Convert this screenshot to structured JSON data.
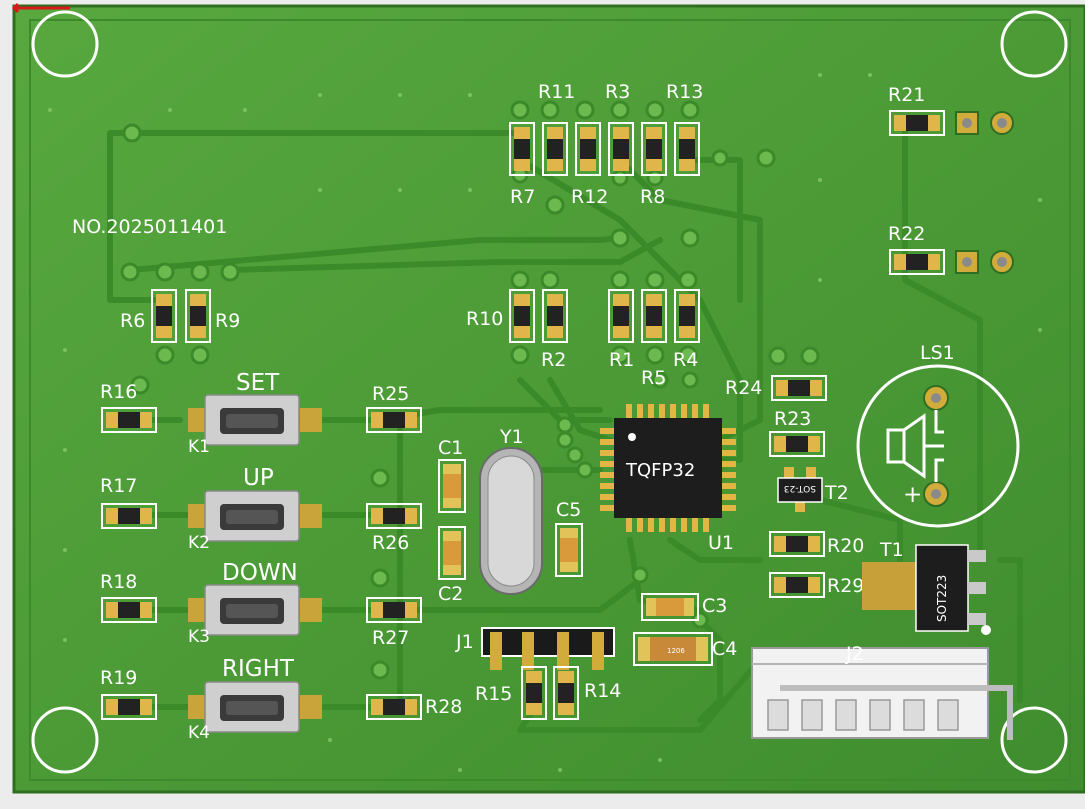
{
  "board": {
    "serial": "NO.2025011401",
    "mcu_label": "TQFP32",
    "mcu_ref": "U1",
    "crystal_ref": "Y1",
    "buzzer_ref": "LS1",
    "buzzer_polarity": "+",
    "regulator_ref": "T1",
    "regulator_pkg": "SOT223",
    "transistor_ref": "T2",
    "transistor_pkg": "SOT-23",
    "cap_pkg": "1206",
    "header_j1": "J1",
    "header_j2": "J2",
    "colors": {
      "pcb": "#4c9a38",
      "silkscreen": "#ffffff",
      "pad": "#c9a43a",
      "smd_body": "#d4a23c"
    }
  },
  "buttons": [
    {
      "label": "SET",
      "ref": "K1"
    },
    {
      "label": "UP",
      "ref": "K2"
    },
    {
      "label": "DOWN",
      "ref": "K3"
    },
    {
      "label": "RIGHT",
      "ref": "K4"
    }
  ],
  "resistors": {
    "r1": "R1",
    "r2": "R2",
    "r3": "R3",
    "r4": "R4",
    "r5": "R5",
    "r6": "R6",
    "r7": "R7",
    "r8": "R8",
    "r9": "R9",
    "r10": "R10",
    "r11": "R11",
    "r12": "R12",
    "r13": "R13",
    "r14": "R14",
    "r15": "R15",
    "r16": "R16",
    "r17": "R17",
    "r18": "R18",
    "r19": "R19",
    "r20": "R20",
    "r21": "R21",
    "r22": "R22",
    "r23": "R23",
    "r24": "R24",
    "r25": "R25",
    "r26": "R26",
    "r27": "R27",
    "r28": "R28",
    "r29": "R29"
  },
  "capacitors": {
    "c1": "C1",
    "c2": "C2",
    "c3": "C3",
    "c4": "C4",
    "c5": "C5"
  }
}
